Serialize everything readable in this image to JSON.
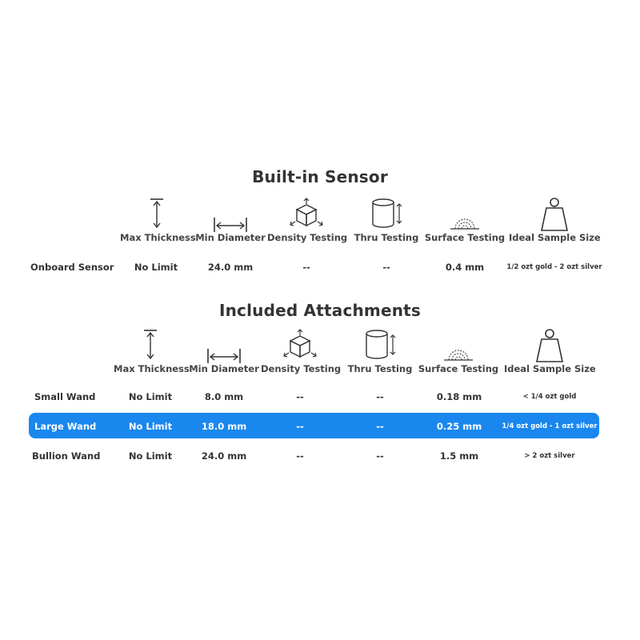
{
  "colors": {
    "highlight": "#1a87ee",
    "text": "#333333"
  },
  "sections": [
    {
      "title": "Built-in Sensor",
      "columns": [
        {
          "label": "Max Thickness",
          "icon": "vertical-arrow-icon"
        },
        {
          "label": "Min Diameter",
          "icon": "horizontal-arrow-icon"
        },
        {
          "label": "Density Testing",
          "icon": "cube-icon"
        },
        {
          "label": "Thru Testing",
          "icon": "cylinder-icon"
        },
        {
          "label": "Surface Testing",
          "icon": "surface-wave-icon"
        },
        {
          "label": "Ideal Sample Size",
          "icon": "weight-icon"
        }
      ],
      "rows": [
        {
          "label": "Onboard Sensor",
          "values": [
            "No Limit",
            "24.0 mm",
            "--",
            "--",
            "0.4 mm",
            "1/2 ozt gold - 2 ozt silver"
          ]
        }
      ]
    },
    {
      "title": "Included Attachments",
      "columns": [
        {
          "label": "Max Thickness",
          "icon": "vertical-arrow-icon"
        },
        {
          "label": "Min Diameter",
          "icon": "horizontal-arrow-icon"
        },
        {
          "label": "Density Testing",
          "icon": "cube-icon"
        },
        {
          "label": "Thru Testing",
          "icon": "cylinder-icon"
        },
        {
          "label": "Surface Testing",
          "icon": "surface-wave-icon"
        },
        {
          "label": "Ideal Sample Size",
          "icon": "weight-icon"
        }
      ],
      "rows": [
        {
          "label": "Small Wand",
          "values": [
            "No Limit",
            "8.0 mm",
            "--",
            "--",
            "0.18 mm",
            "< 1/4 ozt gold"
          ]
        },
        {
          "label": "Large Wand",
          "values": [
            "No Limit",
            "18.0 mm",
            "--",
            "--",
            "0.25 mm",
            "1/4 ozt gold - 1 ozt silver"
          ],
          "highlighted": true
        },
        {
          "label": "Bullion Wand",
          "values": [
            "No Limit",
            "24.0 mm",
            "--",
            "--",
            "1.5 mm",
            "> 2 ozt silver"
          ]
        }
      ]
    }
  ]
}
